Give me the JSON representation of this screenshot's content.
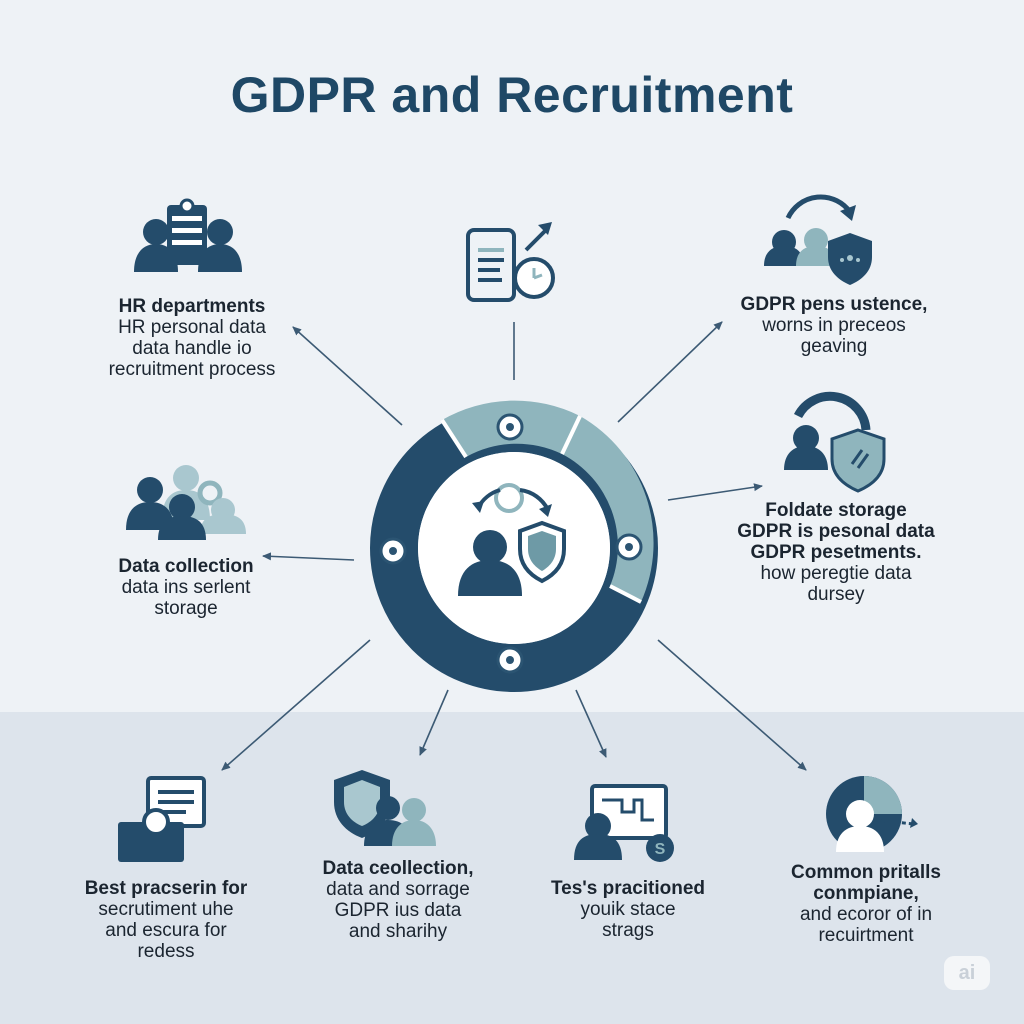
{
  "title": "GDPR and Recruitment",
  "colors": {
    "navy": "#244c6b",
    "teal": "#7fadb6",
    "light_teal": "#a9c7cf",
    "background": "#eef2f6",
    "band": "#dde4ec"
  },
  "nodes": [
    {
      "id": "hr-departments",
      "icon": "people-group-icon",
      "lines": [
        "HR departments",
        "HR personal data",
        "data handle io",
        "recruitment process"
      ]
    },
    {
      "id": "gdpr-persistence",
      "icon": "people-refresh-shield-icon",
      "lines": [
        "GDPR pens ustence,",
        "worns in preceos",
        "geaving"
      ]
    },
    {
      "id": "data-collection-left",
      "icon": "team-gear-icon",
      "lines": [
        "Data collection",
        "data ins serlent",
        "storage"
      ]
    },
    {
      "id": "storage",
      "icon": "user-shield-icon",
      "lines": [
        "Foldate storage",
        "GDPR is pesonal data",
        "GDPR pesetments.",
        "how peregtie data",
        "dursey"
      ]
    },
    {
      "id": "best-practices",
      "icon": "documents-search-icon",
      "lines": [
        "Best pracserin for",
        "secrutiment uhe",
        "and escura for",
        "redess"
      ]
    },
    {
      "id": "data-collection-bottom",
      "icon": "shield-people-icon",
      "lines": [
        "Data ceollection,",
        "data and sorrage",
        "GDPR ius data",
        "and sharihy"
      ]
    },
    {
      "id": "tests-practitioned",
      "icon": "user-dashboard-icon",
      "lines": [
        "Tes's pracitioned",
        "youik stace",
        "strags"
      ]
    },
    {
      "id": "common-pitfalls",
      "icon": "target-person-icon",
      "lines": [
        "Common pritalls",
        "conmpiane,",
        "and ecoror of in",
        "recuirtment"
      ]
    }
  ],
  "top_icon": "tablet-clock-icon",
  "center_icon": "person-shield-cycle-icon",
  "badge": "ai"
}
